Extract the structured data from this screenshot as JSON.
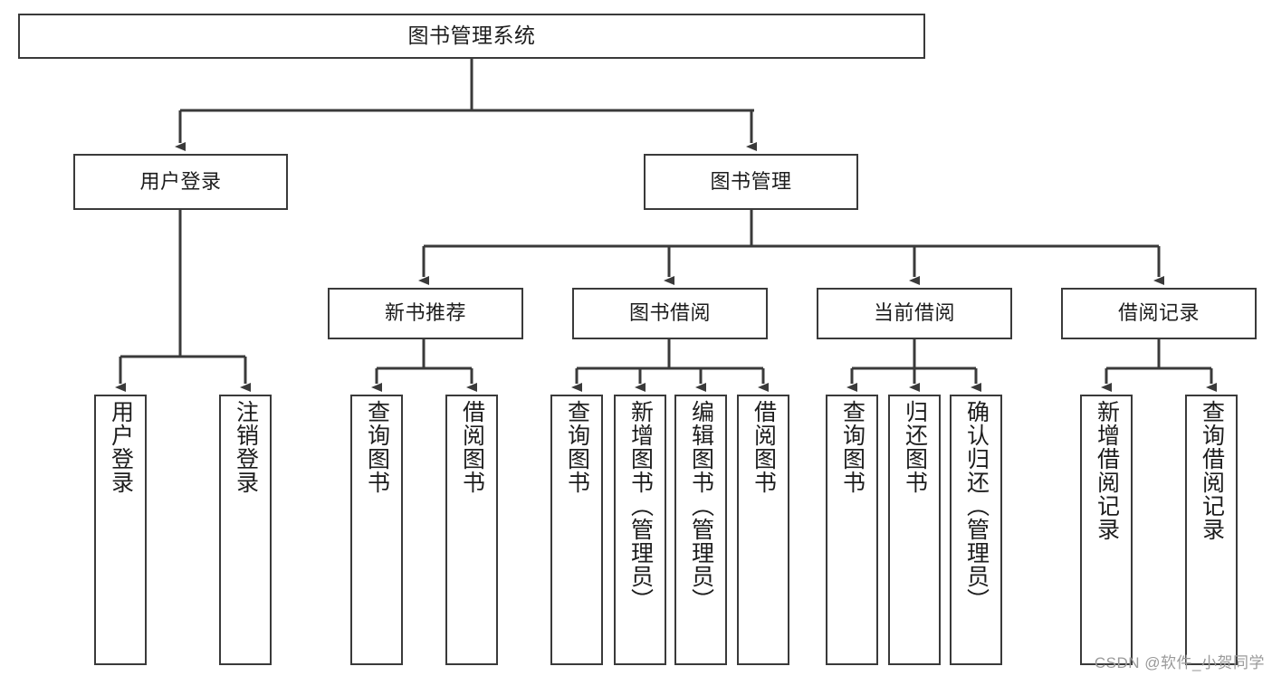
{
  "diagram": {
    "title": "图书管理系统",
    "type": "tree-hierarchy",
    "root": {
      "label": "图书管理系统"
    },
    "level1": [
      {
        "label": "用户登录"
      },
      {
        "label": "图书管理"
      }
    ],
    "level2": [
      {
        "label": "新书推荐"
      },
      {
        "label": "图书借阅"
      },
      {
        "label": "当前借阅"
      },
      {
        "label": "借阅记录"
      }
    ],
    "leaves": {
      "user_login": [
        {
          "label": "用户登录"
        },
        {
          "label": "注销登录"
        }
      ],
      "new_book_recommend": [
        {
          "label": "查询图书"
        },
        {
          "label": "借阅图书"
        }
      ],
      "book_borrow": [
        {
          "label": "查询图书"
        },
        {
          "label": "新增图书（管理员）"
        },
        {
          "label": "编辑图书（管理员）"
        },
        {
          "label": "借阅图书"
        }
      ],
      "current_borrow": [
        {
          "label": "查询图书"
        },
        {
          "label": "归还图书"
        },
        {
          "label": "确认归还（管理员）"
        }
      ],
      "borrow_record": [
        {
          "label": "新增借阅记录"
        },
        {
          "label": "查询借阅记录"
        }
      ]
    }
  },
  "watermark": {
    "text": "CSDN @软件_小贺同学"
  },
  "colors": {
    "box_border": "#3a3a3a",
    "background": "#ffffff",
    "text": "#1d1d1d",
    "edge": "#3a3a3a",
    "watermark": "#9a9a9a"
  }
}
